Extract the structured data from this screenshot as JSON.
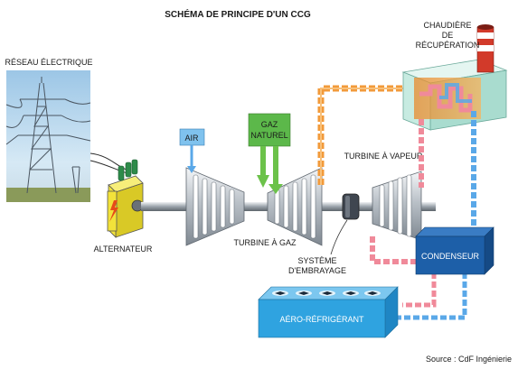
{
  "title": "SCHÉMA DE PRINCIPE D'UN CCG",
  "labels": {
    "reseau": "RÉSEAU ÉLECTRIQUE",
    "chaudiere_1": "CHAUDIÈRE",
    "chaudiere_2": "DE",
    "chaudiere_3": "RÉCUPÉRATION",
    "air": "AIR",
    "gaz_1": "GAZ",
    "gaz_2": "NATUREL",
    "turbine_vapeur": "TURBINE À VAPEUR",
    "alternateur": "ALTERNATEUR",
    "turbine_gaz": "TURBINE À GAZ",
    "embrayage_1": "SYSTÈME",
    "embrayage_2": "D'EMBRAYAGE",
    "condenseur": "CONDENSEUR",
    "aero": "AÉRO-RÉFRIGÉRANT"
  },
  "source": "Source : CdF Ingénierie",
  "colors": {
    "exhaust_pipe": "#f29a3a",
    "steam_pipe": "#f08a9a",
    "water_pipe": "#5aa8e8",
    "gas_pipe": "#6cc24a",
    "condenseur": "#1d5fa8",
    "aero": "#2fa3e0",
    "chaudiere": "#bfe6dc",
    "alternateur": "#f2e23a"
  },
  "icons": [
    "power-pylon-icon",
    "chimney-icon",
    "lightning-icon",
    "fan-icon"
  ]
}
